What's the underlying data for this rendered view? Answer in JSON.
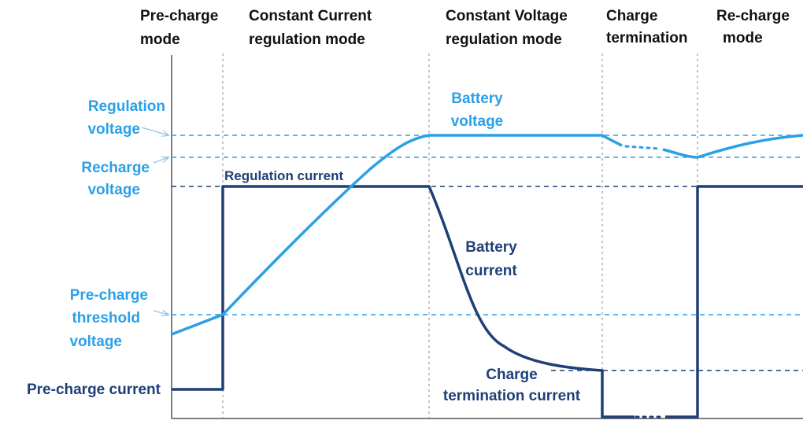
{
  "modes": [
    {
      "line1": "Pre-charge",
      "line2": "mode"
    },
    {
      "line1": "Constant Current",
      "line2": "regulation mode"
    },
    {
      "line1": "Constant Voltage",
      "line2": "regulation mode"
    },
    {
      "line1": "Charge",
      "line2": "termination"
    },
    {
      "line1": "Re-charge",
      "line2": "mode"
    }
  ],
  "voltage_labels": {
    "regulation": {
      "line1": "Regulation",
      "line2": "voltage"
    },
    "recharge": {
      "line1": "Recharge",
      "line2": "voltage"
    },
    "precharge_threshold": {
      "line1": "Pre-charge",
      "line2": "threshold",
      "line3": "voltage"
    }
  },
  "current_labels": {
    "regulation_current": "Regulation current",
    "precharge_current": "Pre-charge current",
    "charge_termination": {
      "line1": "Charge",
      "line2": "termination current"
    }
  },
  "curve_labels": {
    "battery_voltage": {
      "line1": "Battery",
      "line2": "voltage"
    },
    "battery_current": {
      "line1": "Battery",
      "line2": "current"
    }
  },
  "colors": {
    "voltage": "#2aa0e6",
    "current": "#1f3f77",
    "frame": "#555555",
    "mode_text": "#111111"
  }
}
